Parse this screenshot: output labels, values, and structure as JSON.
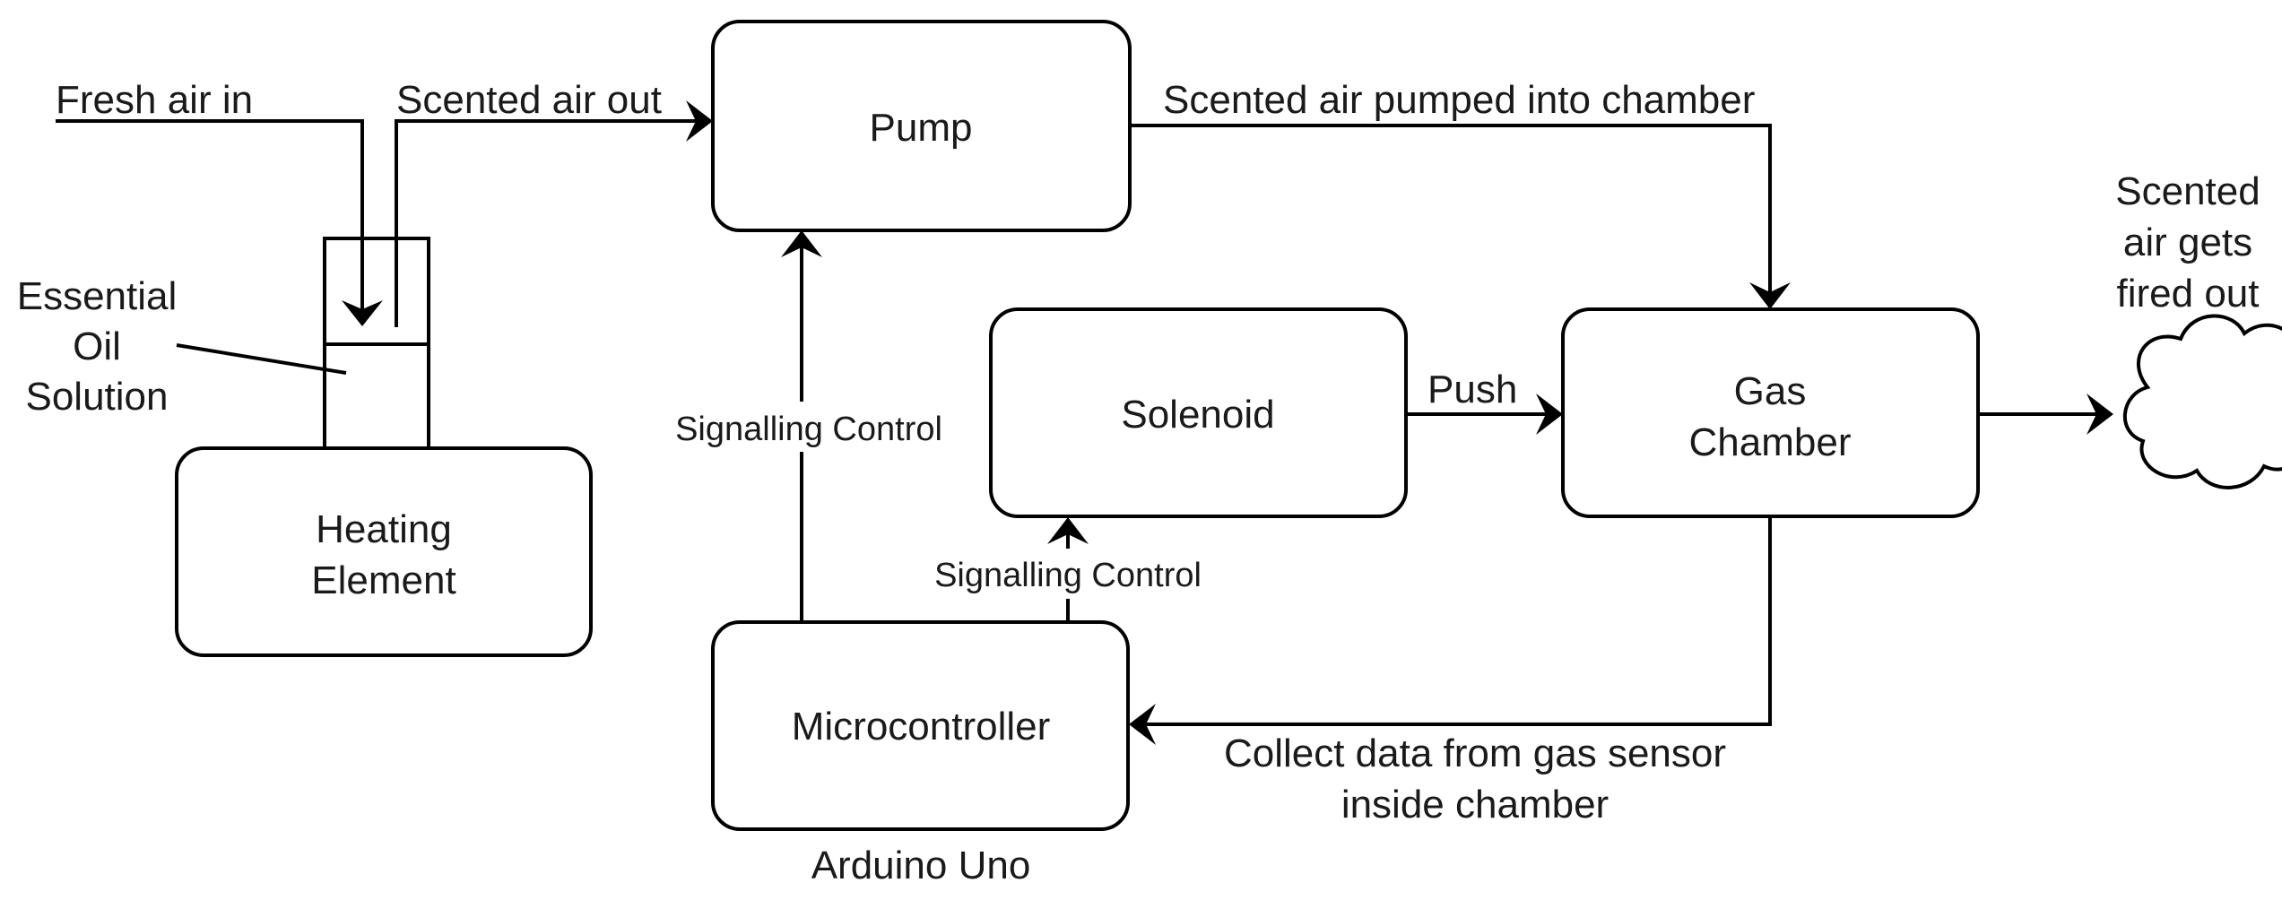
{
  "nodes": {
    "pump": {
      "label": "Pump"
    },
    "solenoid": {
      "label": "Solenoid"
    },
    "gas_chamber": {
      "lines": [
        "Gas",
        "Chamber"
      ]
    },
    "heating_element": {
      "lines": [
        "Heating",
        "Element"
      ]
    },
    "microcontroller": {
      "label": "Microcontroller",
      "caption": "Arduino Uno"
    },
    "essential_oil": {
      "lines": [
        "Essential",
        "Oil",
        "Solution"
      ]
    },
    "output": {
      "lines": [
        "Scented",
        "air gets",
        "fired out"
      ],
      "icon": "cloud-icon"
    }
  },
  "edges": {
    "fresh_air_in": "Fresh air in",
    "scented_air_out": "Scented air out",
    "pumped_into_chamber": "Scented air pumped into chamber",
    "push": "Push",
    "signalling_pump": "Signalling Control",
    "signalling_solenoid": "Signalling Control",
    "sensor_data": [
      "Collect data from gas sensor",
      "inside chamber"
    ]
  },
  "colors": {
    "stroke": "#000000",
    "text": "#1a1a1a",
    "background": "#ffffff"
  }
}
